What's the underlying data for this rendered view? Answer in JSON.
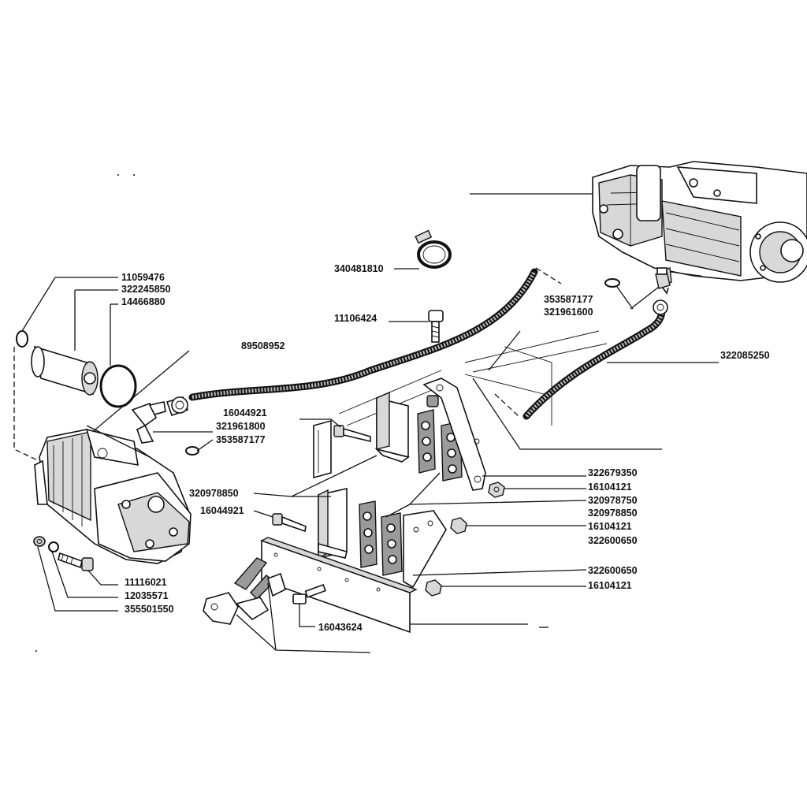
{
  "labels": {
    "l11059476": "11059476",
    "l322245850": "322245850",
    "l14466880": "14466880",
    "l89508952": "89508952",
    "l340481810": "340481810",
    "l11106424": "11106424",
    "l353587177a": "353587177",
    "l321961600": "321961600",
    "l322085250": "322085250",
    "l16044921a": "16044921",
    "l321961800": "321961800",
    "l353587177b": "353587177",
    "l322679350": "322679350",
    "l16104121a": "16104121",
    "l320978850a": "320978850",
    "l320978750": "320978750",
    "l320978850b": "320978850",
    "l16044921b": "16044921",
    "l16104121b": "16104121",
    "l322600650a": "322600650",
    "l322600650b": "322600650",
    "l16104121c": "16104121",
    "l11116021": "11116021",
    "l12035571": "12035571",
    "l355501550": "355501550",
    "l16043624": "16043624"
  }
}
